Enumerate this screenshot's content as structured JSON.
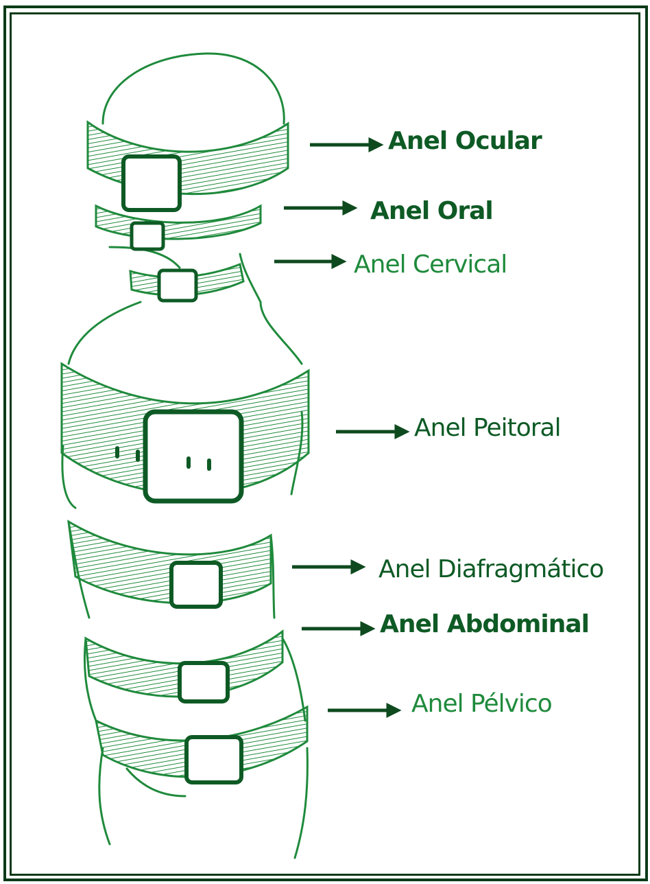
{
  "colors": {
    "frame": "#0b3a18",
    "ink": "#1f8a3c",
    "ink_dark": "#0e5a25",
    "label": "#0e5a25",
    "arrow": "#0e4a1e"
  },
  "rings": [
    {
      "label": "Anel Ocular"
    },
    {
      "label": "Anel Oral"
    },
    {
      "label": "Anel Cervical"
    },
    {
      "label": "Anel Peitoral"
    },
    {
      "label": "Anel Diafragmático"
    },
    {
      "label": "Anel Abdominal"
    },
    {
      "label": "Anel Pélvico"
    }
  ]
}
